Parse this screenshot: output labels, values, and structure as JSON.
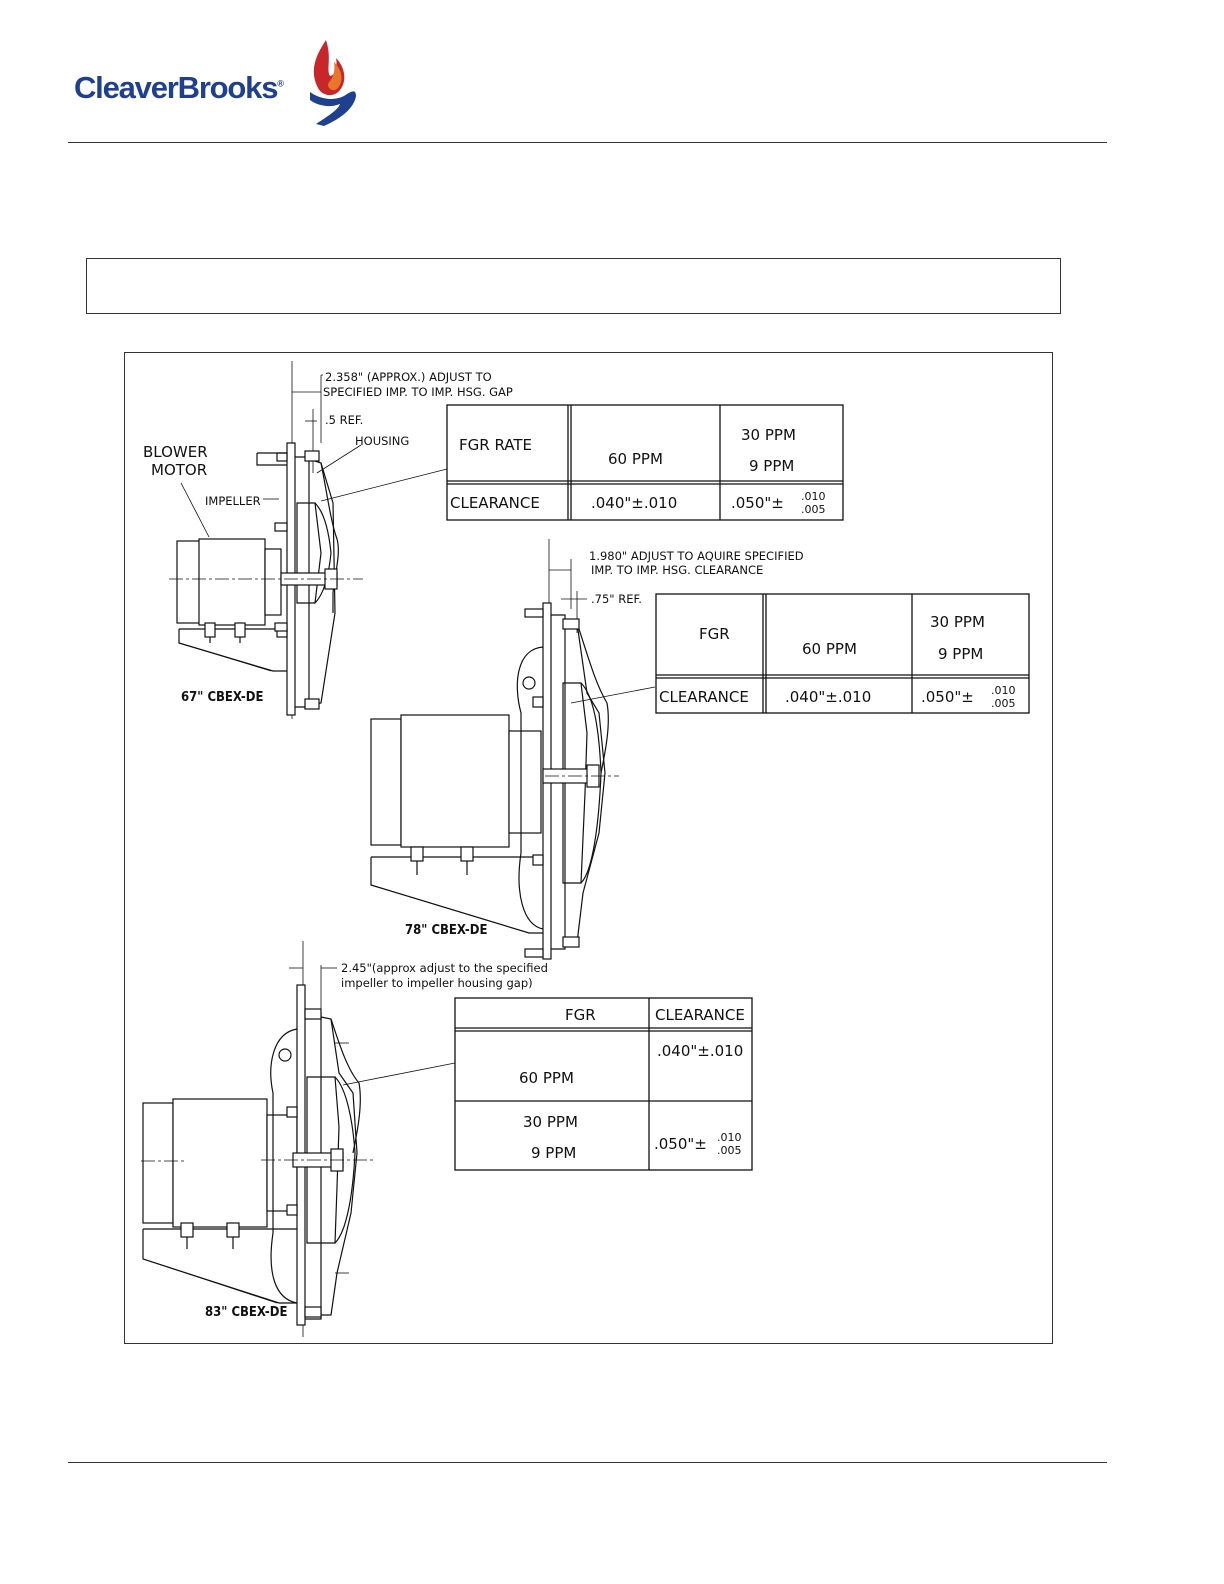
{
  "header": {
    "logo_text": "CleaverBrooks",
    "logo_mark": "®",
    "brand_color": "#1f3f8f",
    "flame_colors": [
      "#c8262b",
      "#e8762b"
    ]
  },
  "figure": {
    "d67": {
      "dim1_line1": "2.358\" (APPROX.) ADJUST TO",
      "dim1_line2": "SPECIFIED IMP. TO IMP. HSG. GAP",
      "dim2": ".5 REF.",
      "housing": "HOUSING",
      "blower1": "BLOWER",
      "blower2": "MOTOR",
      "impeller": "IMPELLER",
      "model": "67\" CBEX-DE",
      "table": {
        "h1": "FGR RATE",
        "h2": "60 PPM",
        "h3a": "30 PPM",
        "h3b": "9 PPM",
        "r1": "CLEARANCE",
        "v1": ".040\"±.010",
        "v2": ".050\"±",
        "v2_up": ".010",
        "v2_dn": ".005"
      }
    },
    "d78": {
      "dim1_line1": "1.980\" ADJUST TO AQUIRE SPECIFIED",
      "dim1_line2": "IMP. TO IMP. HSG. CLEARANCE",
      "dim2": ".75\" REF.",
      "model": "78\" CBEX-DE",
      "table": {
        "h1": "FGR",
        "h2": "60 PPM",
        "h3a": "30 PPM",
        "h3b": "9 PPM",
        "r1": "CLEARANCE",
        "v1": ".040\"±.010",
        "v2": ".050\"±",
        "v2_up": ".010",
        "v2_dn": ".005"
      }
    },
    "d83": {
      "dim1_line1": "2.45\"(approx adjust to the specified",
      "dim1_line2": "impeller to impeller housing gap)",
      "model": "83\" CBEX-DE",
      "table": {
        "h1": "FGR",
        "h2": "CLEARANCE",
        "r1a": "60 PPM",
        "r1v": ".040\"±.010",
        "r2a": "30 PPM",
        "r2b": "9 PPM",
        "r2v": ".050\"±",
        "r2v_up": ".010",
        "r2v_dn": ".005"
      }
    }
  }
}
